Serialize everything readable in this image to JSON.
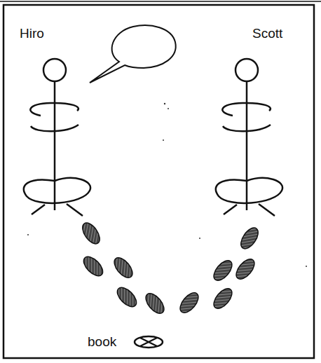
{
  "diagram": {
    "labels": [
      "Hiro",
      "Scott",
      "book"
    ]
  }
}
